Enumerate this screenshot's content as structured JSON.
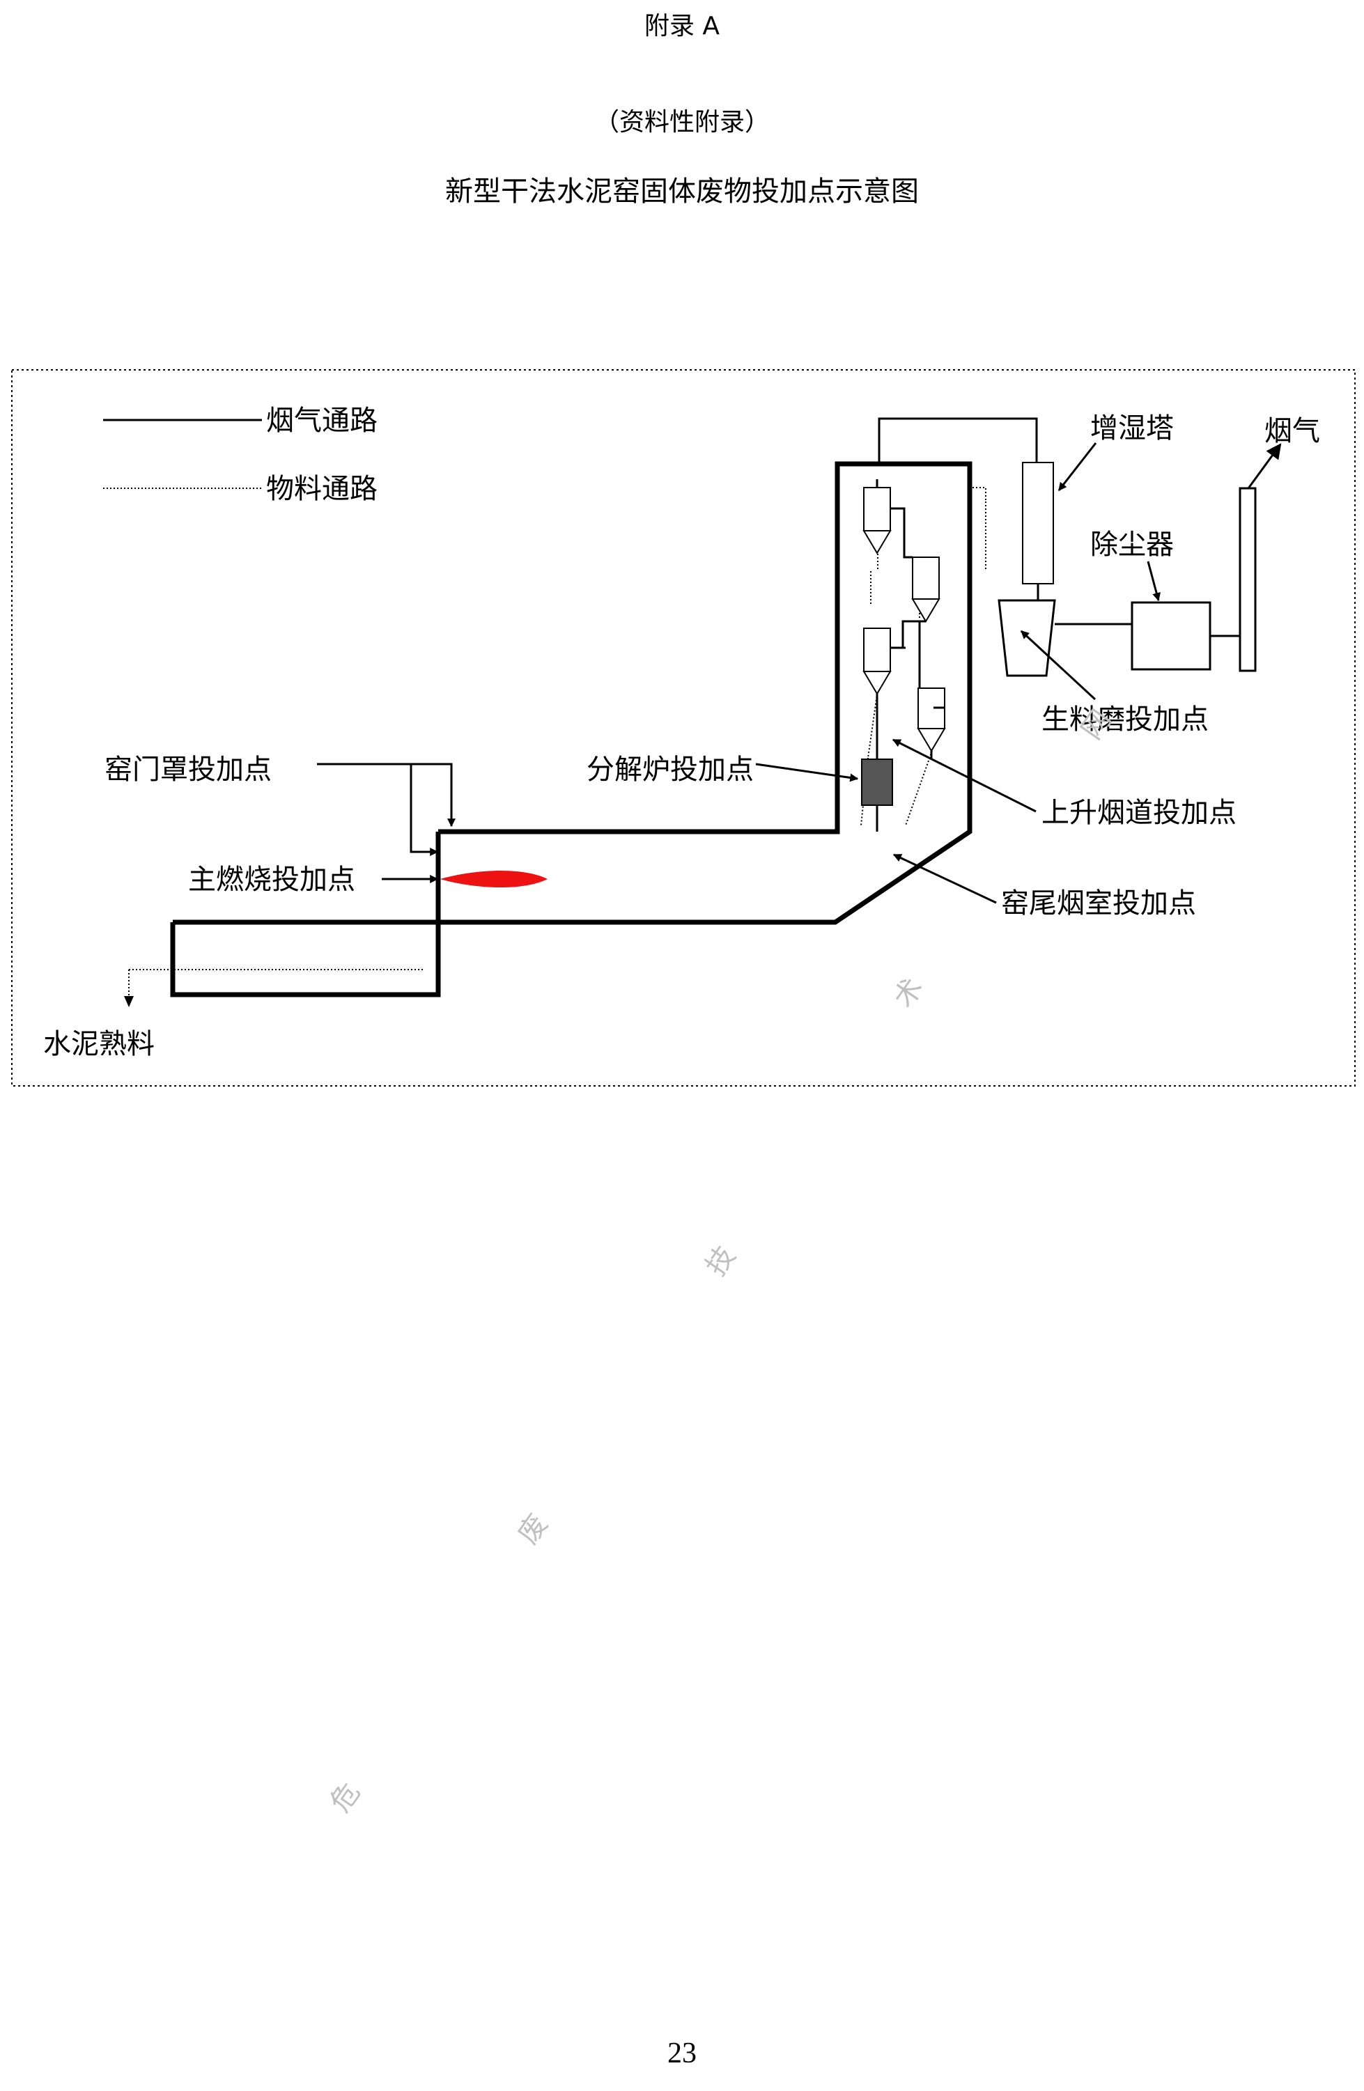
{
  "header": {
    "appendix": "附录 A",
    "subtitle": "（资料性附录）",
    "title": "新型干法水泥窑固体废物投加点示意图"
  },
  "legend": {
    "flue_gas_path": "烟气通路",
    "material_path": "物料通路"
  },
  "labels": {
    "humidifier_tower": "增湿塔",
    "flue_gas_out": "烟气",
    "dust_collector": "除尘器",
    "raw_mill_feed": "生料磨投加点",
    "kiln_hood_feed": "窑门罩投加点",
    "calciner_feed": "分解炉投加点",
    "riser_duct_feed": "上升烟道投加点",
    "main_burner_feed": "主燃烧投加点",
    "kiln_inlet_feed": "窑尾烟室投加点",
    "clinker": "水泥熟料"
  },
  "colors": {
    "flame": "#ee1111",
    "calciner": "#555555",
    "watermark": "#c0c0c0"
  },
  "watermark": [
    "危",
    "废",
    "技",
    "术",
    "网"
  ],
  "page_number": "23"
}
